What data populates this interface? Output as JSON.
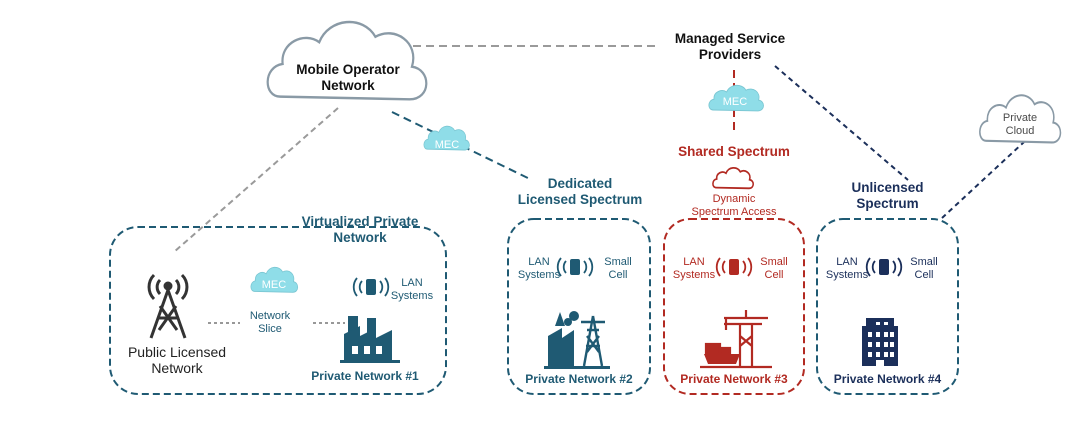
{
  "colors": {
    "teal": "#1f5a73",
    "navy": "#1b2f5a",
    "red": "#b22a22",
    "mec_fill": "#8fdde8",
    "cloud_stroke": "#8a9aa6",
    "gray_line": "#9a9a9a"
  },
  "nodes": {
    "mobile_operator": [
      "Mobile Operator",
      "Network"
    ],
    "managed_service": [
      "Managed Service",
      "Providers"
    ],
    "private_cloud": [
      "Private",
      "Cloud"
    ],
    "mec": "MEC",
    "shared_spectrum": "Shared Spectrum",
    "dynamic_access": [
      "Dynamic",
      "Spectrum Access"
    ],
    "dedicated_spectrum": [
      "Dedicated",
      "Licensed Spectrum"
    ],
    "unlicensed_spectrum": [
      "Unlicensed",
      "Spectrum"
    ],
    "virtualized_private": [
      "Virtualized Private",
      "Network"
    ]
  },
  "groups": {
    "g1": {
      "public_licensed": [
        "Public Licensed",
        "Network"
      ],
      "network_slice": [
        "Network",
        "Slice"
      ],
      "lan_systems": [
        "LAN",
        "Systems"
      ],
      "footer": "Private Network #1"
    },
    "g2": {
      "lan_systems": [
        "LAN",
        "Systems"
      ],
      "small_cell": [
        "Small",
        "Cell"
      ],
      "footer": "Private Network #2"
    },
    "g3": {
      "lan_systems": [
        "LAN",
        "Systems"
      ],
      "small_cell": [
        "Small",
        "Cell"
      ],
      "footer": "Private Network #3"
    },
    "g4": {
      "lan_systems": [
        "LAN",
        "Systems"
      ],
      "small_cell": [
        "Small",
        "Cell"
      ],
      "footer": "Private Network #4"
    }
  },
  "icons": [
    "cloud-icon",
    "mec-cloud-icon",
    "cell-tower-icon",
    "radio-unit-icon",
    "factory-icon",
    "power-plant-icon",
    "port-crane-icon",
    "office-building-icon"
  ]
}
